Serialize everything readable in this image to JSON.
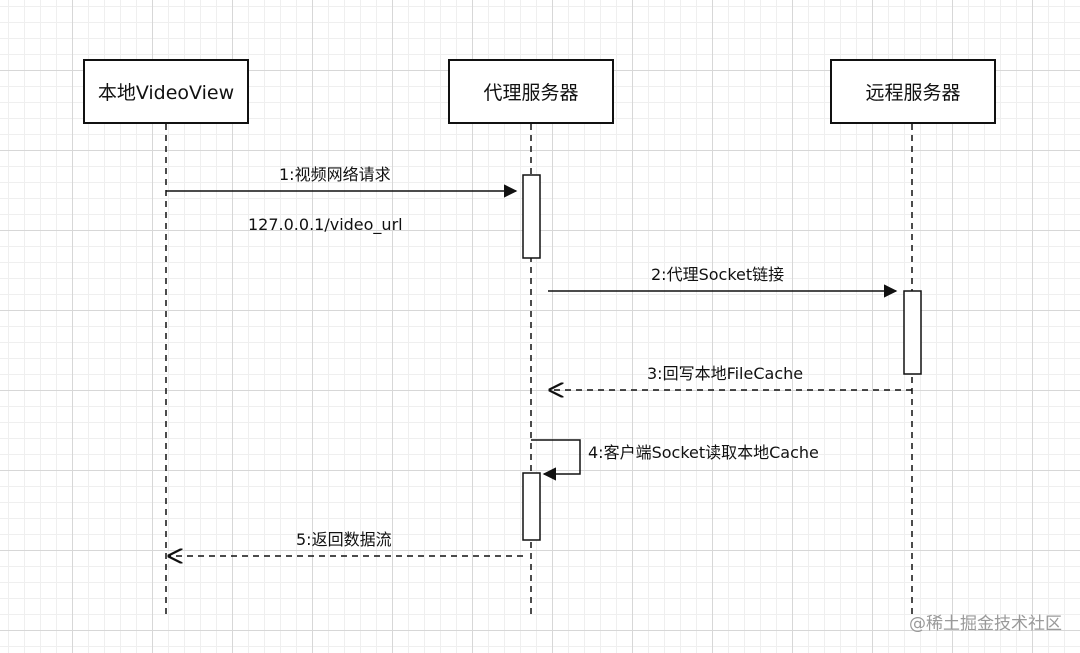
{
  "actors": [
    {
      "label": "本地VideoView"
    },
    {
      "label": "代理服务器"
    },
    {
      "label": "远程服务器"
    }
  ],
  "messages": [
    {
      "label": "1:视频网络请求",
      "sub_label": "127.0.0.1/video_url",
      "style": "solid"
    },
    {
      "label": "2:代理Socket链接",
      "style": "solid"
    },
    {
      "label": "3:回写本地FileCache",
      "style": "dashed"
    },
    {
      "label": "4:客户端Socket读取本地Cache",
      "style": "solid"
    },
    {
      "label": "5:返回数据流",
      "style": "dashed"
    }
  ],
  "watermark": "@稀土掘金技术社区",
  "colors": {
    "line": "#111111",
    "grid": "#d7d7d7",
    "background": "#ffffff",
    "watermark": "#9a9a9a"
  }
}
